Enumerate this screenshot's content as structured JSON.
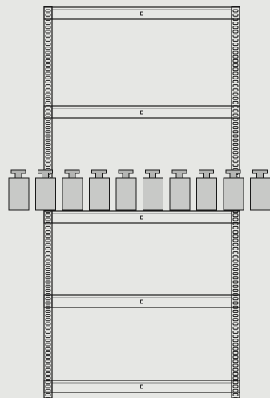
{
  "scene": {
    "background": "#e6e7e4",
    "stroke": "#1a1a1a",
    "shelf_fill": "#e6e7e4",
    "post_fill": "#e6e7e4",
    "weight_fill": "#c8c9c7",
    "weight_cap_fill": "#b4b5b3",
    "shelf_count": 5,
    "weight_count": 10,
    "icon": "weight-rack-illustration"
  }
}
